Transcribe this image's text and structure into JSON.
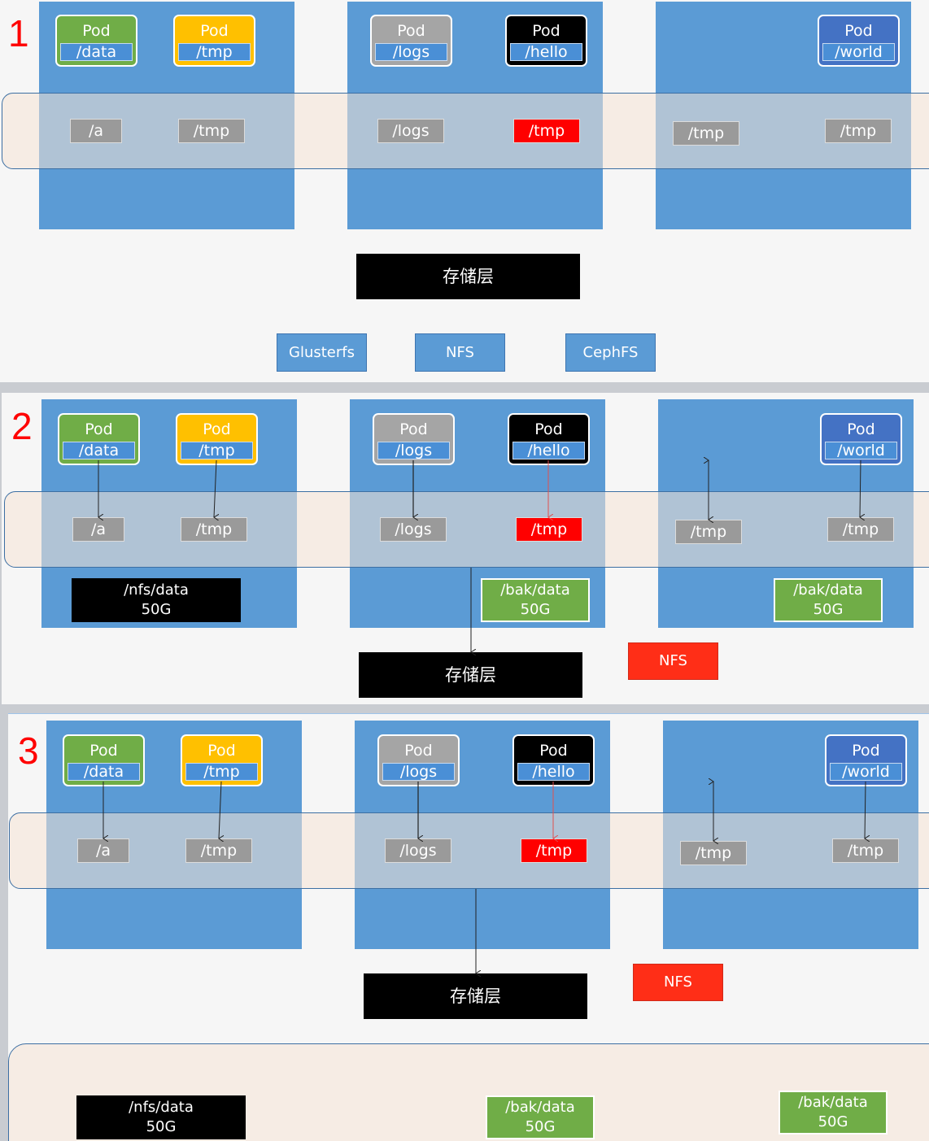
{
  "colors": {
    "pod_green": "#70ad47",
    "pod_orange": "#ffc000",
    "pod_gray": "#a5a5a5",
    "pod_black": "#000000",
    "pod_blue": "#4472c4",
    "node_blue": "#5b9bd5",
    "red": "#ff0000",
    "nfs_red": "#ff2e17",
    "vol_green": "#70ad47"
  },
  "pod_label": "Pod",
  "storage_label": "存储层",
  "panels": [
    {
      "number": "1",
      "pods": [
        "/data",
        "/tmp",
        "/logs",
        "/hello",
        "/world"
      ],
      "mounts": [
        "/a",
        "/tmp",
        "/logs",
        "/tmp",
        "/tmp",
        "/tmp"
      ],
      "fs": [
        "Glusterfs",
        "NFS",
        "CephFS"
      ]
    },
    {
      "number": "2",
      "pods": [
        "/data",
        "/tmp",
        "/logs",
        "/hello",
        "/world"
      ],
      "mounts": [
        "/a",
        "/tmp",
        "/logs",
        "/tmp",
        "/tmp",
        "/tmp"
      ],
      "volumes": [
        {
          "path": "/nfs/data",
          "size": "50G"
        },
        {
          "path": "/bak/data",
          "size": "50G"
        },
        {
          "path": "/bak/data",
          "size": "50G"
        }
      ],
      "nfs": "NFS"
    },
    {
      "number": "3",
      "pods": [
        "/data",
        "/tmp",
        "/logs",
        "/hello",
        "/world"
      ],
      "mounts": [
        "/a",
        "/tmp",
        "/logs",
        "/tmp",
        "/tmp",
        "/tmp"
      ],
      "volumes": [
        {
          "path": "/nfs/data",
          "size": "50G"
        },
        {
          "path": "/bak/data",
          "size": "50G"
        },
        {
          "path": "/bak/data",
          "size": "50G"
        }
      ],
      "nfs": "NFS"
    }
  ]
}
